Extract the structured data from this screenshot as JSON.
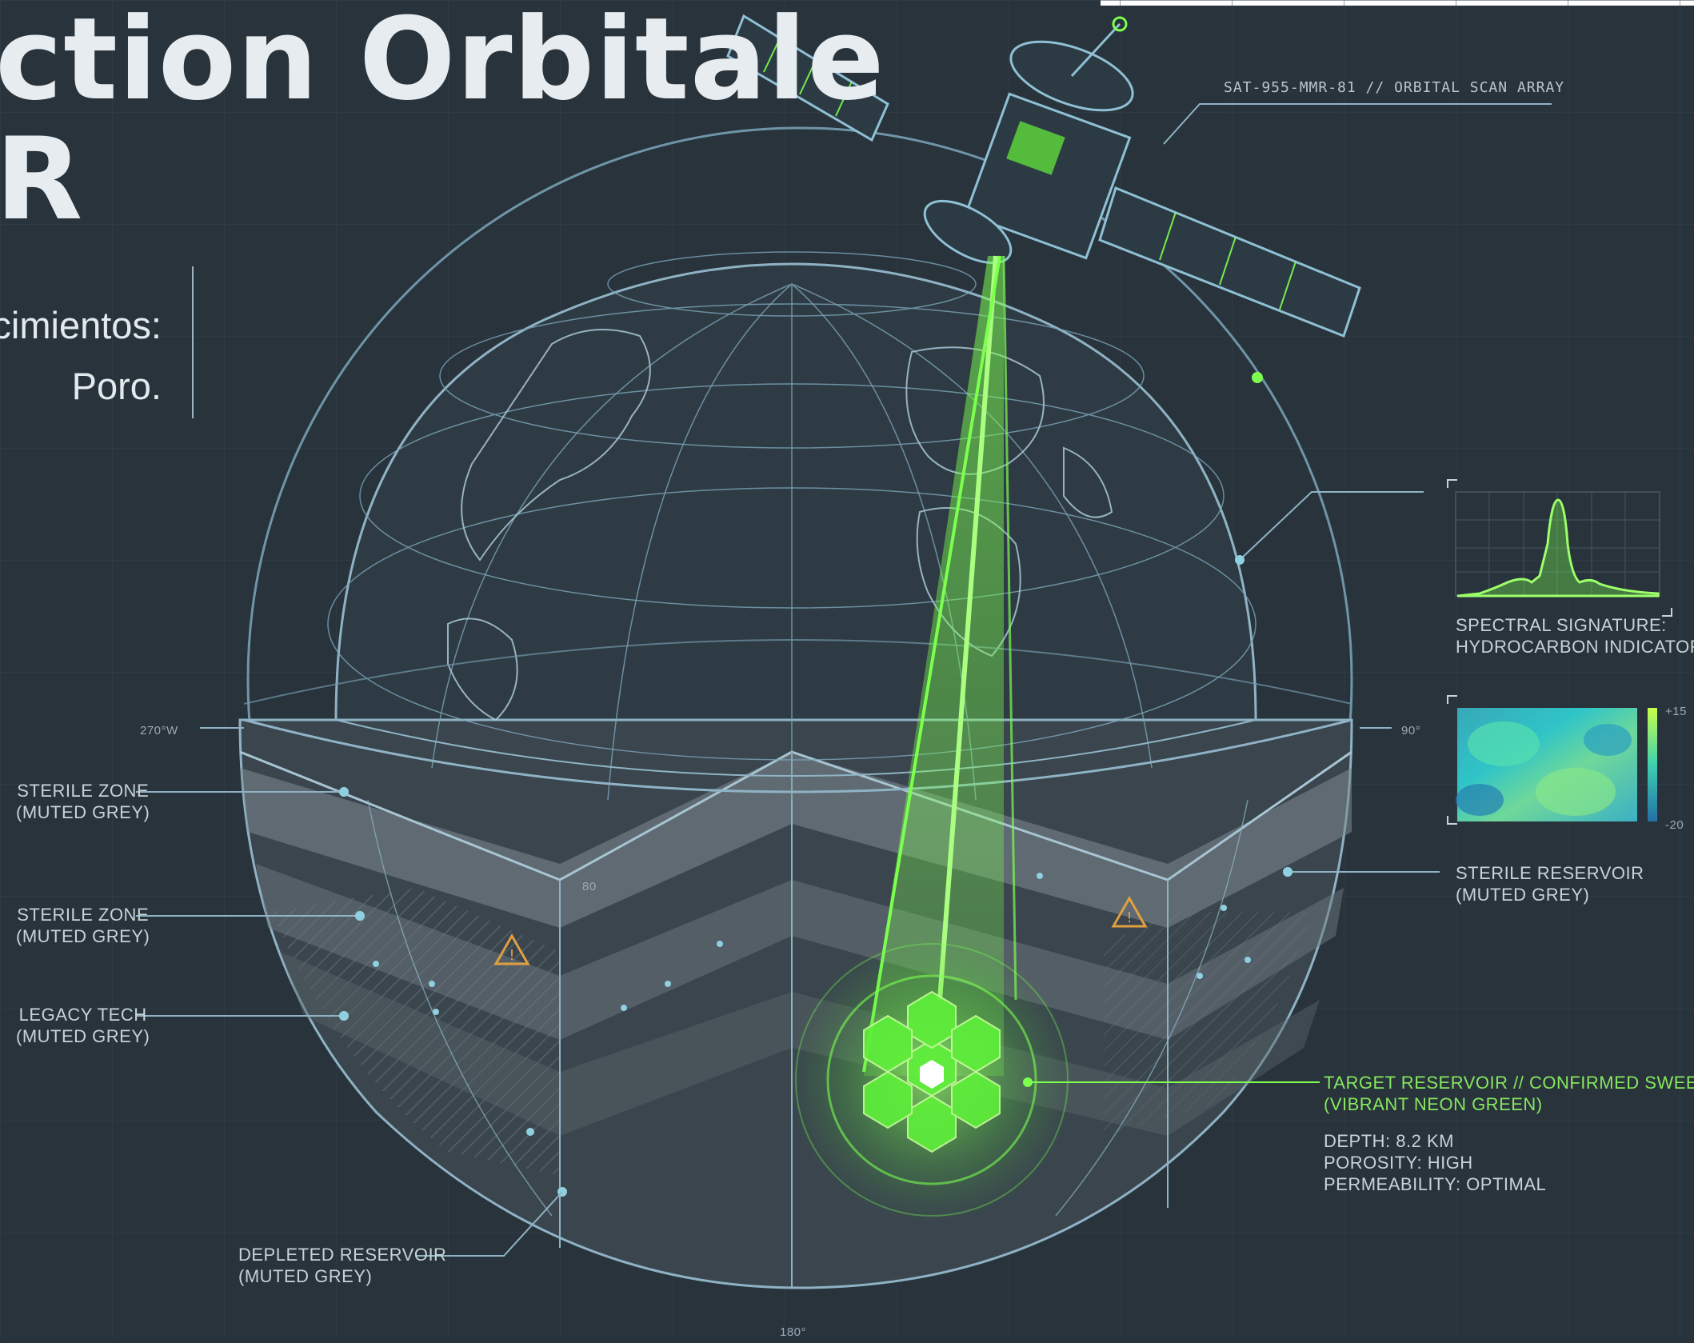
{
  "title": {
    "line1": "ction Orbitale",
    "line2": "R"
  },
  "subtitle": {
    "line1": "cimientos:",
    "line2": "Poro."
  },
  "satellite_label": "SAT-955-MMR-81 // ORBITAL SCAN ARRAY",
  "longitude_labels": {
    "left": "270°W",
    "right": "90°",
    "bottom": "180°",
    "cut_edge": "80"
  },
  "left_labels": [
    {
      "line1": "STERILE ZONE",
      "line2": "(MUTED GREY)"
    },
    {
      "line1": "STERILE ZONE",
      "line2": "(MUTED GREY)"
    },
    {
      "line1": "LEGACY TECH",
      "line2": "(MUTED GREY)"
    }
  ],
  "depleted_label": {
    "line1": "DEPLETED RESERVOIR",
    "line2": "(MUTED GREY)"
  },
  "right_labels": {
    "spectral": {
      "line1": "SPECTRAL SIGNATURE:",
      "line2": "HYDROCARBON INDICATOR"
    },
    "sterile_reservoir": {
      "line1": "STERILE RESERVOIR",
      "line2": "(MUTED GREY)"
    },
    "target": {
      "line1": "TARGET RESERVOIR // CONFIRMED SWEET SPOT",
      "line2": "(VIBRANT NEON GREEN)"
    },
    "depth": "DEPTH: 8.2 KM",
    "porosity": "POROSITY: HIGH",
    "permeability": "PERMEABILITY: OPTIMAL"
  },
  "heatmap_scale": {
    "max": "+15",
    "min": "-20"
  },
  "colors": {
    "background": "#29333c",
    "line": "#8fb3c4",
    "neon_green": "#7cff4f",
    "warning": "#e0a040",
    "muted_grey": "#8b9399"
  },
  "icons": [
    "satellite-icon",
    "warning-icon",
    "spectral-chart-icon",
    "heatmap-icon",
    "globe-icon"
  ]
}
